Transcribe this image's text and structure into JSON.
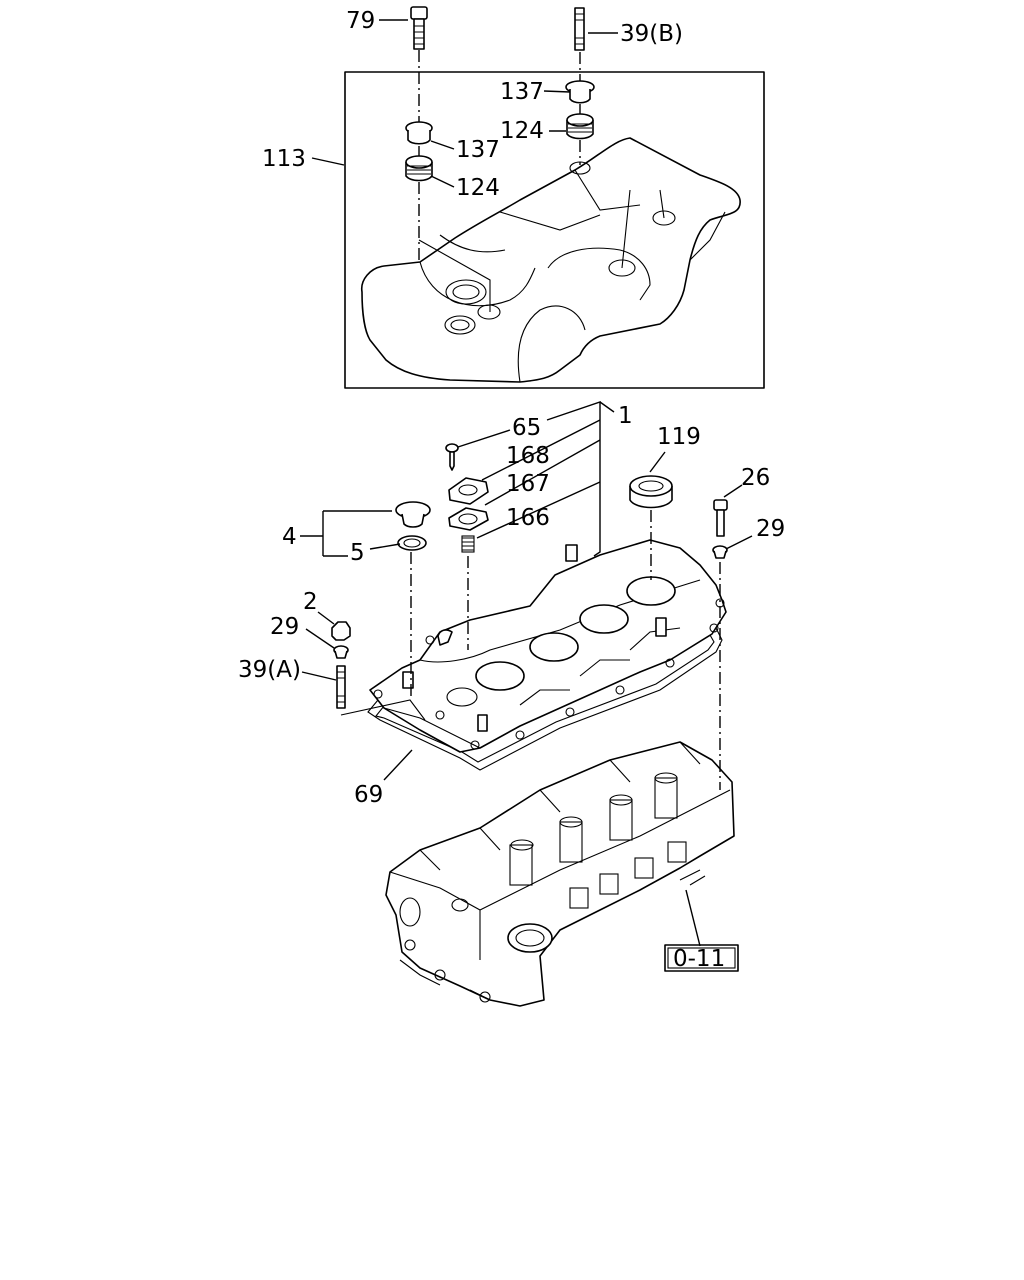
{
  "labels": {
    "p79": "79",
    "p39b": "39(B)",
    "p137a": "137",
    "p124a": "124",
    "p113": "113",
    "p137b": "137",
    "p124b": "124",
    "p65": "65",
    "p1": "1",
    "p168": "168",
    "p167": "167",
    "p166": "166",
    "p119": "119",
    "p26": "26",
    "p29a": "29",
    "p4": "4",
    "p5": "5",
    "p2": "2",
    "p29b": "29",
    "p39a": "39(A)",
    "p69": "69",
    "ref": "0-11"
  }
}
